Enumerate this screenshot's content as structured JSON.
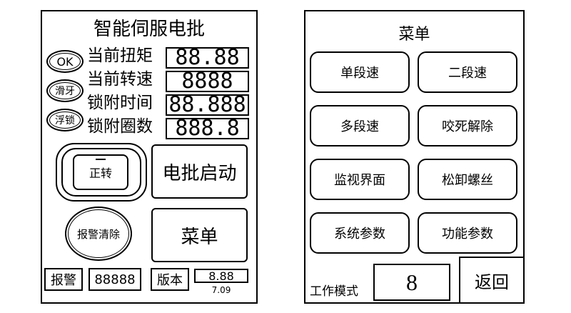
{
  "left_panel": {
    "title": "智能伺服电批",
    "indicators": [
      {
        "label": "OK"
      },
      {
        "label": "滑牙"
      },
      {
        "label": "浮锁"
      }
    ],
    "readouts": [
      {
        "label": "当前扭矩",
        "value": "88.88"
      },
      {
        "label": "当前转速",
        "value": "8888"
      },
      {
        "label": "锁附时间",
        "value": "88.888"
      },
      {
        "label": "锁附圈数",
        "value": "888.8"
      }
    ],
    "forward_button": "正转",
    "start_button": "电批启动",
    "clear_alarm_button": "报警清除",
    "menu_button": "菜单",
    "footer": {
      "alarm_label": "报警",
      "alarm_value": "88888",
      "version_label": "版本",
      "version_value": "8.88",
      "version_sub": "7.09"
    }
  },
  "right_panel": {
    "title": "菜单",
    "items": [
      {
        "label": "单段速"
      },
      {
        "label": "二段速"
      },
      {
        "label": "多段速"
      },
      {
        "label": "咬死解除"
      },
      {
        "label": "监视界面"
      },
      {
        "label": "松卸螺丝"
      },
      {
        "label": "系统参数"
      },
      {
        "label": "功能参数"
      }
    ],
    "work_mode_label": "工作模式",
    "work_mode_value": "8",
    "back_button": "返回"
  }
}
